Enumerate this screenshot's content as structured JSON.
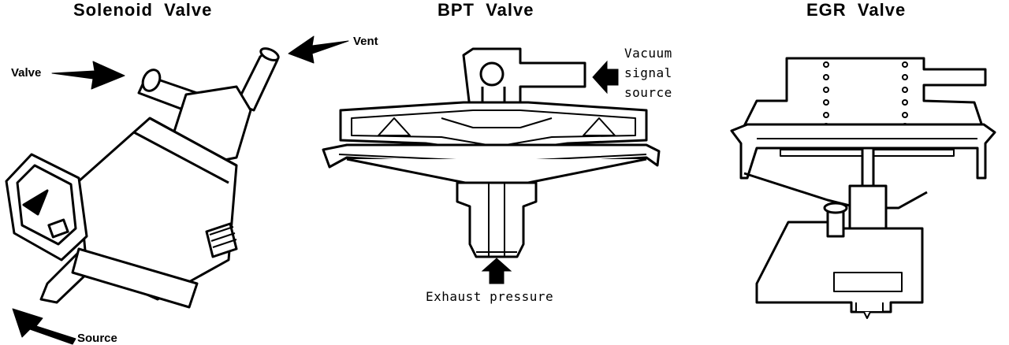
{
  "diagrams": [
    {
      "title": "Solenoid  Valve",
      "labels": {
        "valve": "Valve",
        "vent": "Vent",
        "source": "Source"
      }
    },
    {
      "title": "BPT  Valve",
      "labels": {
        "vacuum_1": "Vacuum",
        "vacuum_2": "signal",
        "vacuum_3": "source",
        "exhaust": "Exhaust pressure"
      }
    },
    {
      "title": "EGR  Valve",
      "labels": {}
    }
  ]
}
